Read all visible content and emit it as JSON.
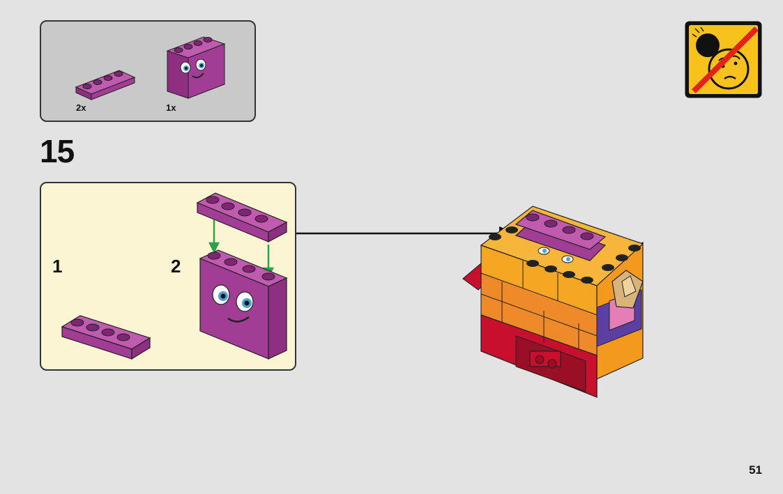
{
  "parts_list": {
    "items": [
      {
        "qty": "2x",
        "part": "plate-1x4-magenta"
      },
      {
        "qty": "1x",
        "part": "face-panel-magenta"
      }
    ]
  },
  "step": {
    "number": "15",
    "substeps": [
      {
        "number": "1"
      },
      {
        "number": "2"
      }
    ]
  },
  "warning": {
    "icon": "no-small-ball-choking-hazard-icon"
  },
  "colors": {
    "magenta": "#a23d96",
    "orange": "#f5a623",
    "red": "#c8102e",
    "purple": "#5c3fa3",
    "callout_bg": "#fcf5d4",
    "parts_bg": "#c9c9c9",
    "warning_yellow": "#f8c21c"
  },
  "page": {
    "number": "51"
  }
}
